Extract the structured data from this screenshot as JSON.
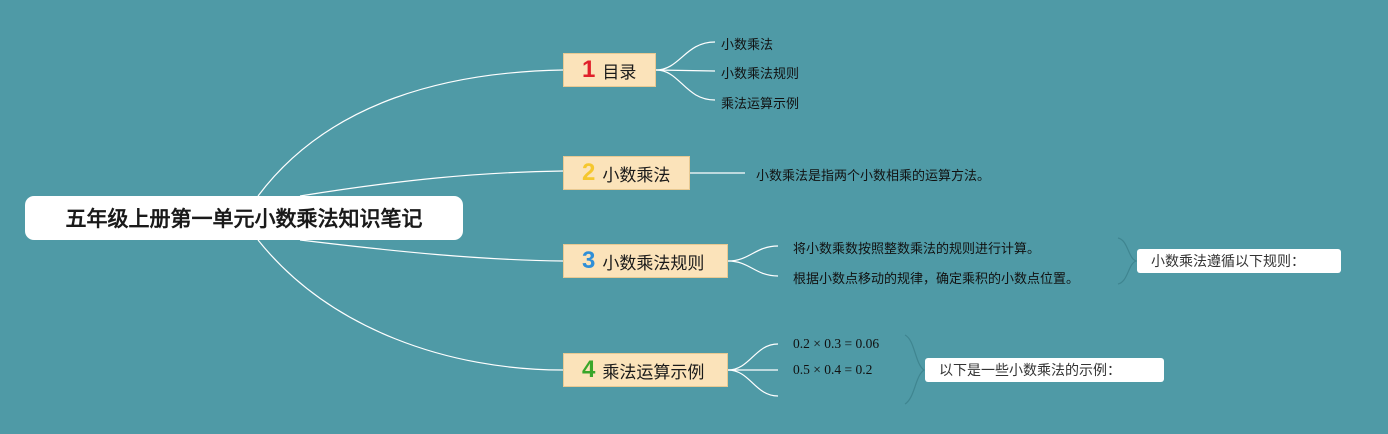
{
  "root": {
    "title": "五年级上册第一单元小数乘法知识笔记"
  },
  "topics": [
    {
      "num": "1",
      "label": "目录",
      "color": "#e0202a",
      "children": [
        "小数乘法",
        "小数乘法规则",
        "乘法运算示例"
      ]
    },
    {
      "num": "2",
      "label": "小数乘法",
      "color": "#f5c72e",
      "children": [
        "小数乘法是指两个小数相乘的运算方法。"
      ]
    },
    {
      "num": "3",
      "label": "小数乘法规则",
      "color": "#2f8fd8",
      "children": [
        "将小数乘数按照整数乘法的规则进行计算。",
        "根据小数点移动的规律，确定乘积的小数点位置。"
      ],
      "summary": "小数乘法遵循以下规则："
    },
    {
      "num": "4",
      "label": "乘法运算示例",
      "color": "#3aa62a",
      "children": [
        "0.2 × 0.3 = 0.06",
        "0.5 × 0.4 = 0.2"
      ],
      "summary": "以下是一些小数乘法的示例："
    }
  ]
}
